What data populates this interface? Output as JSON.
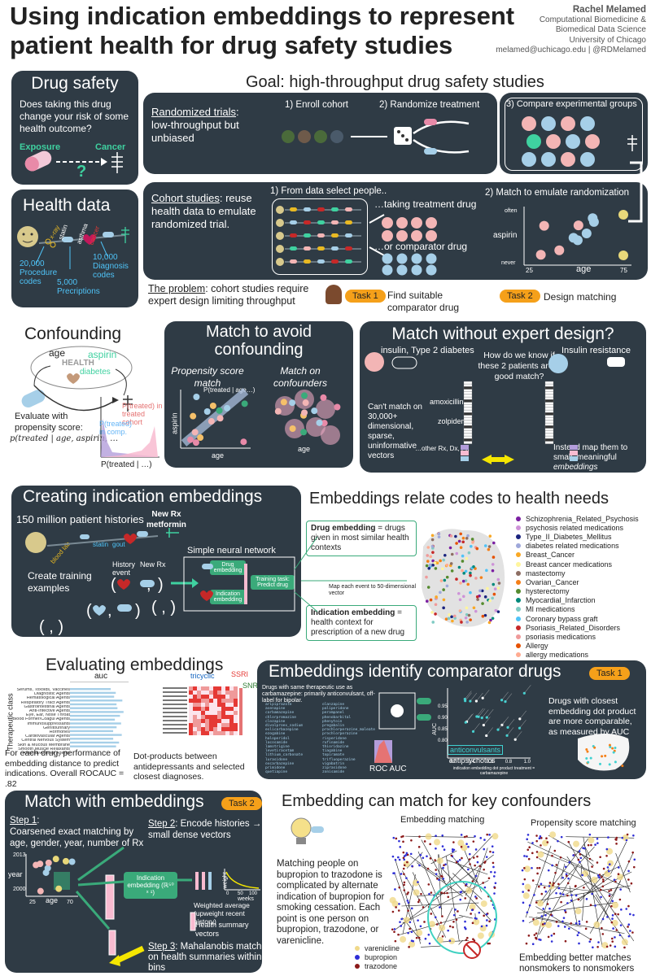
{
  "header": {
    "title_line1": "Using indication embeddings to represent",
    "title_line2": "patient health for drug safety studies",
    "author": "Rachel Melamed",
    "affil1": "Computational Biomedicine &",
    "affil2": "Biomedical Data Science",
    "affil3": "University of Chicago",
    "contact": "melamed@uchicago.edu | @RDMelamed"
  },
  "drug_safety": {
    "title": "Drug safety",
    "question": "Does taking this drug change your risk of some health outcome?",
    "exposure": "Exposure",
    "cancer": "Cancer"
  },
  "health_data": {
    "title": "Health data",
    "procedures": "20,000 Procedure codes",
    "prescriptions": "5,000 Precriptions",
    "diagnosis": "10,000 Diagnosis codes",
    "rot_labels": [
      "x-ray",
      "statin",
      "asthma",
      "cancer"
    ]
  },
  "goal": {
    "title": "Goal: high-throughput drug safety studies",
    "rct_label": "Randomized trials",
    "rct_desc": "low-throughput but unbiased",
    "step1": "1) Enroll cohort",
    "step2": "2) Randomize treatment",
    "step3": "3) Compare experimental groups",
    "cohort_label": "Cohort studies",
    "cohort_desc": "reuse health data to emulate randomized trial.",
    "cohort_step1": "1) From data select people..",
    "taking": "…taking treatment drug",
    "comparator": "…or comparator drug",
    "match_step": "2) Match to emulate randomization",
    "y_often": "often",
    "y_aspirin": "aspirin",
    "y_never": "never",
    "x_25": "25",
    "x_age": "age",
    "x_75": "75",
    "problem_label": "The problem",
    "problem_desc": "cohort studies require expert design limiting throughput",
    "task1": "Task 1",
    "task1_desc": "Find suitable comparator drug",
    "task2": "Task 2",
    "task2_desc": "Design matching"
  },
  "confounding": {
    "title": "Confounding",
    "age": "age",
    "aspirin": "aspirin",
    "health": "HEALTH",
    "diabetes": "diabetes",
    "evaluate": "Evaluate with propensity score:",
    "formula": "p(treated | age, aspirin, …",
    "p_treated": "P(treated) in treated cohort",
    "p_comp": "P(treated) in comp.",
    "xaxis": "P(treated | …)"
  },
  "match_avoid": {
    "title1": "Match to avoid",
    "title2": "confounding",
    "ps_title": "Propensity score match",
    "conf_title": "Match on confounders",
    "ps_label": "P(treated | age…)",
    "yaxis": "aspirin",
    "xaxis": "age"
  },
  "match_wo": {
    "title": "Match without expert design?",
    "left_label": "insulin, Type 2 diabetes",
    "question": "How do we know if these 2 patients are a good match?",
    "right_label": "Insulin resistance",
    "amox": "amoxicillin",
    "zolp": "zolpidem",
    "cant_match": "Can't match on 30,000+ dimensional, sparse, uninformative vectors",
    "other": "…other Rx, Dx, Px",
    "instead": "Instead map them to small, meaningful",
    "instead_em": "embeddings"
  },
  "creating": {
    "title": "Creating indication embeddings",
    "histories": "150 million patient histories",
    "new_rx": "New Rx",
    "metformin": "metformin",
    "labels": [
      "blood lab",
      "statin",
      "gout"
    ],
    "training": "Create training examples",
    "history_event": "History event",
    "new_rx2": "New Rx",
    "snn": "Simple neural network",
    "drug_emb": "Drug embedding",
    "ind_emb": "Indication embedding",
    "training_task": "Training task: Predict drug",
    "drug_def_b": "Drug embedding",
    "drug_def": " = drugs given in most similar health contexts",
    "map_each": "Map each event to 50-dimensional vector",
    "ind_def_b": "Indication embedding",
    "ind_def": " = health context for prescription of a new drug"
  },
  "relate": {
    "title": "Embeddings relate codes to health needs",
    "legend": [
      {
        "label": "Schizophrenia_Related_Psychosis",
        "color": "#7b1fa2"
      },
      {
        "label": "psychosis related medications",
        "color": "#ce93d8"
      },
      {
        "label": "Type_II_Diabetes_Mellitus",
        "color": "#1a237e"
      },
      {
        "label": "diabetes related medications",
        "color": "#9fa8da"
      },
      {
        "label": "Breast_Cancer",
        "color": "#f9a825"
      },
      {
        "label": "Breast cancer medications",
        "color": "#fff59d"
      },
      {
        "label": "mastectomy",
        "color": "#8d6e63"
      },
      {
        "label": "Ovarian_Cancer",
        "color": "#f57f17"
      },
      {
        "label": "hysterectomy",
        "color": "#558b2f"
      },
      {
        "label": "Myocardial_Infarction",
        "color": "#00897b"
      },
      {
        "label": "MI medications",
        "color": "#80cbc4"
      },
      {
        "label": "Coronary bypass graft",
        "color": "#4fc3f7"
      },
      {
        "label": "Psoriasis_Related_Disorders",
        "color": "#c62828"
      },
      {
        "label": "psoriasis medications",
        "color": "#ef9a9a"
      },
      {
        "label": "Allergy",
        "color": "#e65100"
      },
      {
        "label": "allergy medications",
        "color": "#ffab91"
      }
    ]
  },
  "evaluating": {
    "title": "Evaluating embeddings",
    "auc": "auc",
    "ylabel": "Therapeutic class",
    "classes": [
      "Serums, Toxoids, Vaccines",
      "Diagnostic Agents",
      "Hematological Agents",
      "Respiratory Tract Agents",
      "Gastrointestinal Agents",
      "Anti-Infective Agents",
      "Eye, Ear, Nose Throat",
      "Blood Former/Coagul Agents",
      "Immunosuppressants",
      "Genitourinary",
      "Hormones",
      "Cardiovascular Agents",
      "Central Nervous System",
      "Skin & Mucous Membrane",
      "Smooth Muscle Relaxants",
      "Antiviral/Antineo Agents"
    ],
    "caption": "For each drug, performance of embedding distance to predict indications. Overall ROCAUC = .82",
    "heat_caption": "Dot-products between antidepressants and selected closest diagnoses.",
    "tricyclic": "tricyclic",
    "ssri": "SSRI",
    "snri": "SNRI"
  },
  "identify": {
    "title": "Embeddings identify comparator drugs",
    "task": "Task 1",
    "intro": "Drugs with same therapeutic use as carbamazepine: primarily anticonvulsant, off-label for bipolar.",
    "drugs_a": [
      "aripiprazole",
      "asenapine",
      "carbamazepine",
      "chlorpromazine",
      "clozapine",
      "divalproex_sodium",
      "eslicarbazepine",
      "ezogabine",
      "haloperidol",
      "lacosamide",
      "lamotrigine",
      "levetiracetam",
      "lithium_carbonate",
      "lurasidone",
      "oxcarbazepine",
      "primidone",
      "quetiapine"
    ],
    "drugs_b": [
      "olanzapine",
      "paliperidone",
      "perampanel",
      "phenobarbital",
      "phenytoin",
      "pregabalin",
      "prochlorperazine_maleate",
      "prochlorperazine",
      "risperidone",
      "rufinamide",
      "thioridazine",
      "tiagabine",
      "topiramate",
      "trifluoperazine",
      "vigabatrin",
      "ziprasidone",
      "zonisamide"
    ],
    "roc": "ROC AUC",
    "yaxis": "AUC",
    "ticks_y": [
      "0.95",
      "0.90",
      "0.85",
      "0.80"
    ],
    "ticks_x": [
      "0.2",
      "0.4",
      "0.6",
      "0.8",
      "1.0"
    ],
    "xlabel": "indication embedding dot product treatment = carbamazepine",
    "anticonvulsants": "anticonvulsants",
    "antipsychotics": "antipsychotics",
    "desc": "Drugs with closest embedding dot product are more comparable, as measured by AUC"
  },
  "match_emb": {
    "title": "Match with embeddings",
    "task": "Task 2",
    "step1_b": "Step 1",
    "step1": "Coarsened exact matching by age, gender, year, number of Rx",
    "year": "year",
    "age": "age",
    "y2013": "2013",
    "y2000": "2000",
    "a25": "25",
    "a70": "70",
    "step2_b": "Step 2",
    "step2": "Encode histories → small dense vectors",
    "ind_box": "Indication embedding (ℝ⁵⁰ ˣ ¹)",
    "weight": "weight",
    "weeks": "weeks",
    "w0": "0",
    "w50": "50",
    "w100": "100",
    "weighted": "Weighted average (upweight recent history)",
    "summary": "Health summary vectors",
    "step3_b": "Step 3",
    "step3": "Mahalanobis match on health summaries within bins"
  },
  "key_conf": {
    "title": "Embedding can match for key confounders",
    "emb_title": "Embedding matching",
    "ps_title": "Propensity score matching",
    "desc": "Matching people on bupropion to trazodone is complicated by alternate indication of bupropion for smoking cessation. Each point is one person on bupropion, trazodone, or varenicline.",
    "legend": [
      {
        "label": "varenicline",
        "color": "#f0d98a"
      },
      {
        "label": "bupropion",
        "color": "#2e2ed6"
      },
      {
        "label": "trazodone",
        "color": "#8b1a1a"
      }
    ],
    "better": "Embedding better matches nonsmokers to nonsmokers"
  }
}
